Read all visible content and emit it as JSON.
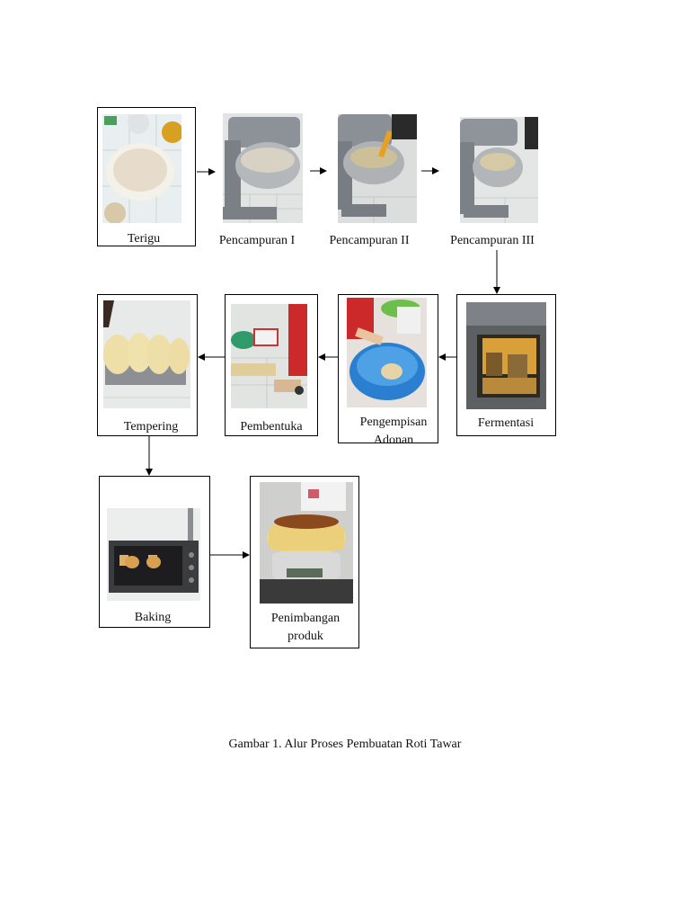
{
  "steps": [
    {
      "label": "Terigu"
    },
    {
      "label": "Pencampuran I"
    },
    {
      "label": "Pencampuran II"
    },
    {
      "label": "Pencampuran III"
    },
    {
      "label": "Fermentasi"
    },
    {
      "label": "Pengempisan Adonan"
    },
    {
      "label": "Pembentuka"
    },
    {
      "label": "Tempering"
    },
    {
      "label": "Baking"
    },
    {
      "label": "Penimbangan produk"
    }
  ],
  "caption": "Gambar 1. Alur  Proses Pembuatan Roti Tawar"
}
